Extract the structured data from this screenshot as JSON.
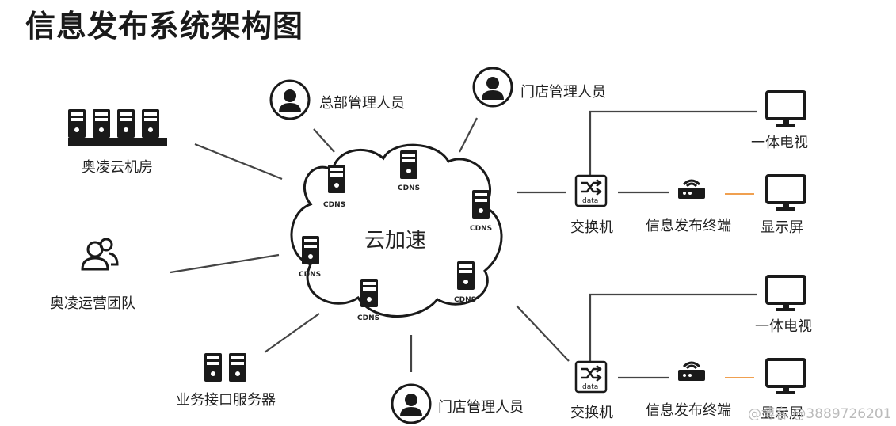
{
  "title": "信息发布系统架构图",
  "center": "云加速",
  "cdns": "CDNS",
  "left": {
    "datacenter": "奥凌云机房",
    "ops_team": "奥凌运营团队",
    "api_servers": "业务接口服务器"
  },
  "people": {
    "hq_admin": "总部管理人员",
    "store_admin_top": "门店管理人员",
    "store_admin_bottom": "门店管理人员"
  },
  "branch_top": {
    "switch": "交换机",
    "switch_data": "data",
    "terminal": "信息发布终端",
    "tv": "一体电视",
    "display": "显示屏"
  },
  "branch_bottom": {
    "switch": "交换机",
    "switch_data": "data",
    "terminal": "信息发布终端",
    "tv": "一体电视",
    "display": "显示屏"
  },
  "watermark": "@博客 @3889726201",
  "colors": {
    "line": "#444444",
    "dash": "#f0a050",
    "icon": "#1a1a1a"
  }
}
